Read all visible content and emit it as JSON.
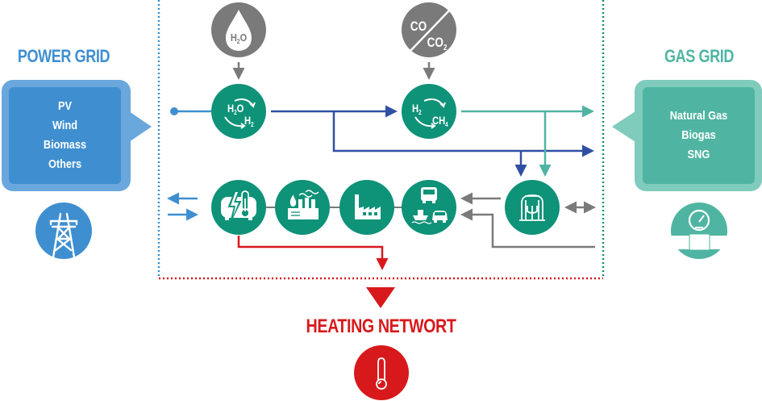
{
  "colors": {
    "power_blue": "#3f8fd0",
    "power_blue_light": "#6aa7dc",
    "flow_blue": "#2f4fa3",
    "gas_green": "#4fb5a2",
    "gas_green_light": "#7fcbbc",
    "process_green": "#0e9278",
    "input_gray": "#7a7a7a",
    "heat_red": "#d7191c"
  },
  "power_grid": {
    "title": "POWER GRID",
    "sources": [
      "PV",
      "Wind",
      "Biomass",
      "Others"
    ],
    "icon": "transmission-tower-icon"
  },
  "gas_grid": {
    "title": "GAS GRID",
    "sources": [
      "Natural Gas",
      "Biogas",
      "SNG"
    ],
    "icon": "gas-meter-icon"
  },
  "heating_network": {
    "title": "HEATING NETWORT",
    "icon": "thermometer-icon"
  },
  "inputs": {
    "water": {
      "label_main": "H",
      "label_sub": "2",
      "label_tail": "O",
      "icon": "water-drop-icon"
    },
    "carbon": {
      "label_top": "CO",
      "label_bottom_main": "CO",
      "label_bottom_sub": "2",
      "icon": "carbon-oxide-icon"
    }
  },
  "processes": {
    "electrolysis": {
      "in_main": "H",
      "in_sub": "2",
      "in_tail": "O",
      "out_main": "H",
      "out_sub": "2",
      "icon": "electrolysis-cycle-icon"
    },
    "methanation": {
      "in_main": "H",
      "in_sub": "2",
      "out_main": "CH",
      "out_sub": "4",
      "icon": "methanation-cycle-icon"
    },
    "consumers": [
      {
        "name": "power-to-heat",
        "icon": "power-heat-storage-icon"
      },
      {
        "name": "power-plant",
        "icon": "power-plant-icon"
      },
      {
        "name": "industry",
        "icon": "factory-icon"
      },
      {
        "name": "mobility",
        "icon": "transport-vehicles-icon"
      }
    ],
    "storage": {
      "name": "gas-storage",
      "icon": "gas-storage-tank-icon"
    }
  }
}
